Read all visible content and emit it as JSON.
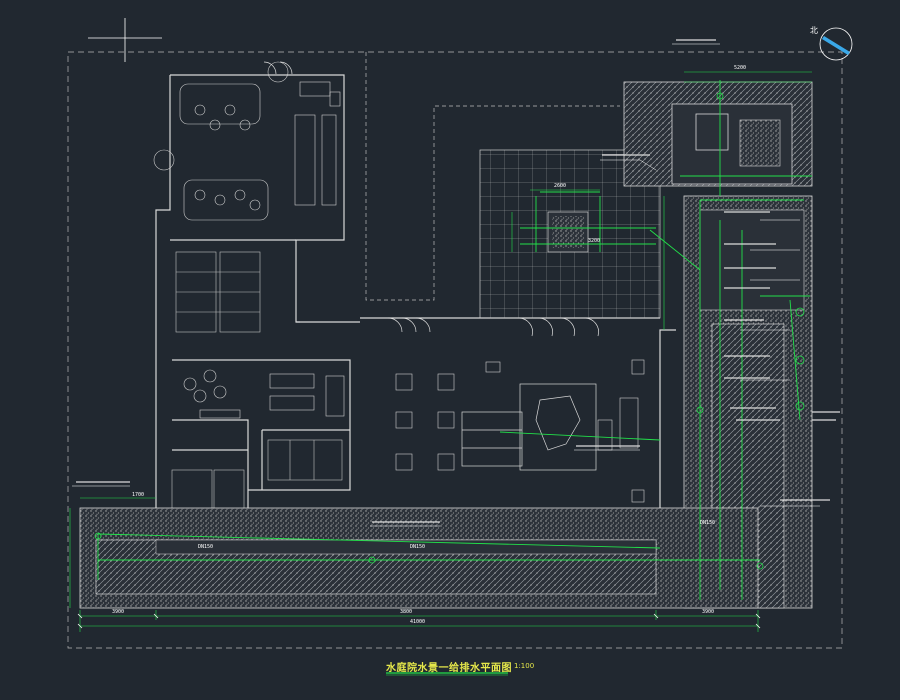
{
  "drawing": {
    "title": "水庭院水景一给排水平面图",
    "scale": "1:100"
  },
  "dimensions": {
    "overall": "41000",
    "left_segment": "3900",
    "middle_segment": "3800",
    "right_segment": "3900",
    "bottom_sub": "1700",
    "top_right": "5200",
    "center_grid_a": "2600",
    "center_grid_b": "3200"
  },
  "pipe_labels": {
    "dn150_left": "DN150",
    "dn150_mid": "DN150",
    "dn150_right": "DN150"
  },
  "colors": {
    "background": "#212830",
    "walls": "#d8d8d8",
    "pipes": "#22e04a",
    "dims": "#ffffff",
    "title": "#e6e84a"
  }
}
